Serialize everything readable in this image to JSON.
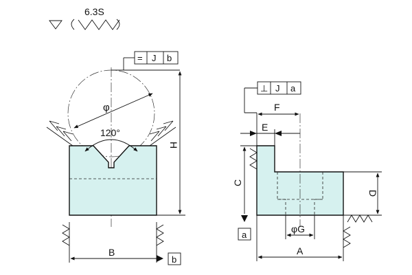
{
  "surface_finish": {
    "value": "6.3S"
  },
  "left_view": {
    "frame": {
      "symbol": "=",
      "datum": "J",
      "ref": "b"
    },
    "diameter_label": "φ",
    "angle_label": "120°",
    "height_label": "H",
    "width_label": "B",
    "datum_label": "b"
  },
  "right_view": {
    "frame": {
      "symbol": "⊥",
      "datum": "J",
      "ref": "a"
    },
    "dim_F": "F",
    "dim_E": "E",
    "dim_C": "C",
    "dim_D": "D",
    "dim_G": "φG",
    "dim_A": "A",
    "datum_label": "a"
  },
  "colors": {
    "part_fill": "#d6f1ef",
    "line": "#111111"
  }
}
